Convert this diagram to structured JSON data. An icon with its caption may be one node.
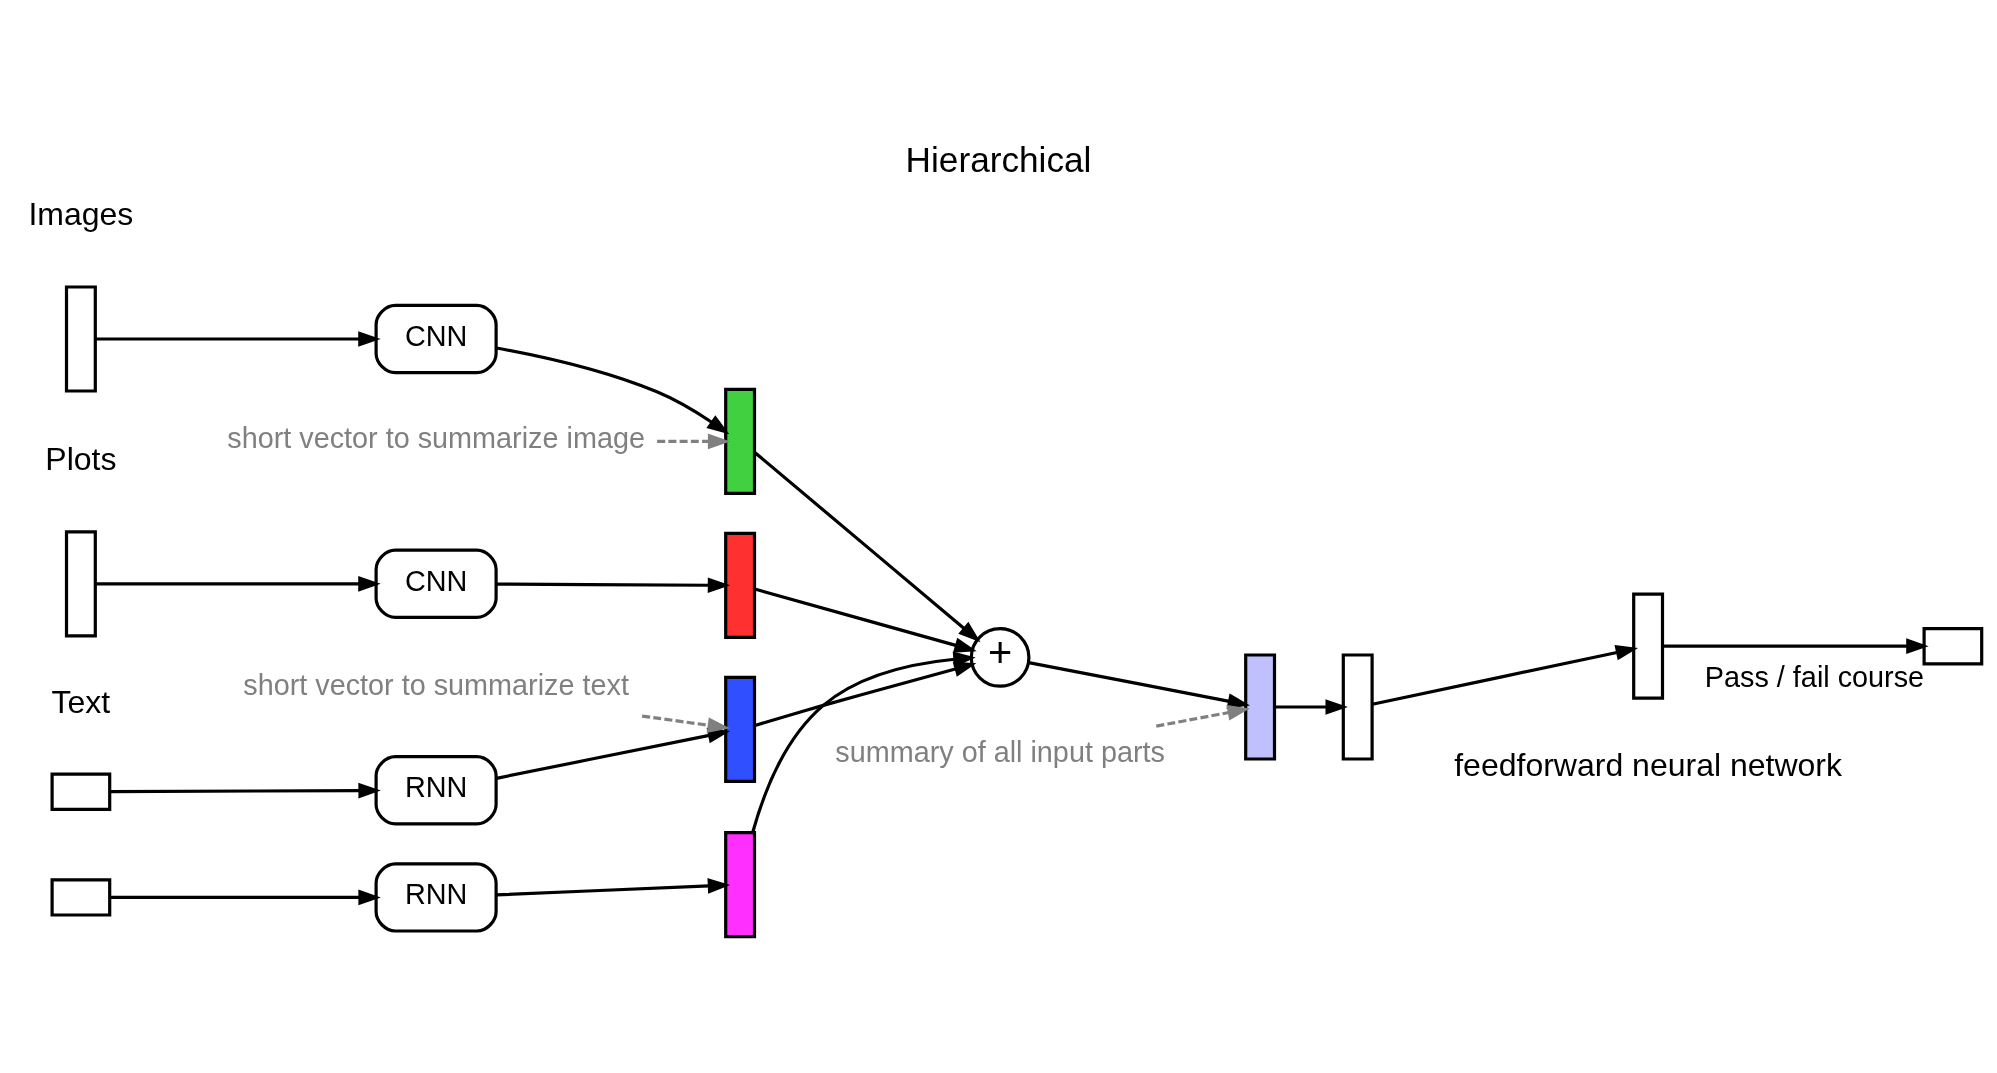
{
  "diagram": {
    "title": "Hierarchical",
    "nodes": [
      {
        "text": [],
        "shape": "box"
      },
      {
        "text": [
          "RNN"
        ]
      },
      {
        "text": [],
        "shape": "bar"
      },
      {
        "text": [],
        "shape": "bar"
      },
      {
        "text": [
          "CNN"
        ]
      },
      {
        "text": [],
        "shape": "bar"
      },
      {
        "text": [],
        "shape": "bar"
      },
      {
        "text": [
          "CNN"
        ]
      },
      {
        "text": [],
        "shape": "bar"
      },
      {
        "text": [],
        "shape": "box"
      },
      {
        "text": [
          "RNN"
        ]
      },
      {
        "text": [],
        "shape": "bar"
      },
      {
        "text": [
          "+"
        ]
      },
      {
        "text": [],
        "shape": "bar"
      },
      {
        "text": [],
        "shape": "bar"
      },
      {
        "text": [],
        "shape": "bar"
      },
      {
        "text": [],
        "shape": "box",
        "beside": [
          "Pass / fail course"
        ]
      },
      {
        "text": [
          "short vector to summarize text"
        ]
      },
      {
        "text": [
          "short vector to summarize image"
        ]
      },
      {
        "text": [
          "summary of all input parts"
        ]
      }
    ],
    "edges": [
      {
        "from": 0,
        "to": 1,
        "arrow": "to"
      },
      {
        "from": 1,
        "to": 2,
        "arrow": "to"
      },
      {
        "from": 2,
        "to": 12,
        "arrow": "to"
      },
      {
        "from": 3,
        "to": 4,
        "arrow": "to"
      },
      {
        "from": 4,
        "to": 5,
        "arrow": "to"
      },
      {
        "from": 5,
        "to": 12,
        "arrow": "to"
      },
      {
        "from": 6,
        "to": 7,
        "arrow": "to"
      },
      {
        "from": 7,
        "to": 8,
        "arrow": "to"
      },
      {
        "from": 8,
        "to": 12,
        "arrow": "to"
      },
      {
        "from": 9,
        "to": 10,
        "arrow": "to"
      },
      {
        "from": 10,
        "to": 11,
        "arrow": "to"
      },
      {
        "from": 11,
        "to": 12,
        "arrow": "to"
      },
      {
        "from": 12,
        "to": 13,
        "arrow": "to"
      },
      {
        "from": 13,
        "to": 14,
        "arrow": "to"
      },
      {
        "from": 14,
        "to": 15,
        "arrow": "to"
      },
      {
        "from": 15,
        "to": 16,
        "arrow": "to"
      },
      {
        "from": 17,
        "to": 2,
        "arrow": "to",
        "style": "dashed",
        "color": "#808080"
      },
      {
        "from": 18,
        "to": 5,
        "arrow": "to",
        "style": "dashed",
        "color": "#808080"
      },
      {
        "from": 19,
        "to": 13,
        "arrow": "to",
        "style": "dashed",
        "color": "#808080"
      }
    ],
    "labels": [
      "Text",
      "Images",
      "Plots",
      "feedforward neural network"
    ]
  }
}
